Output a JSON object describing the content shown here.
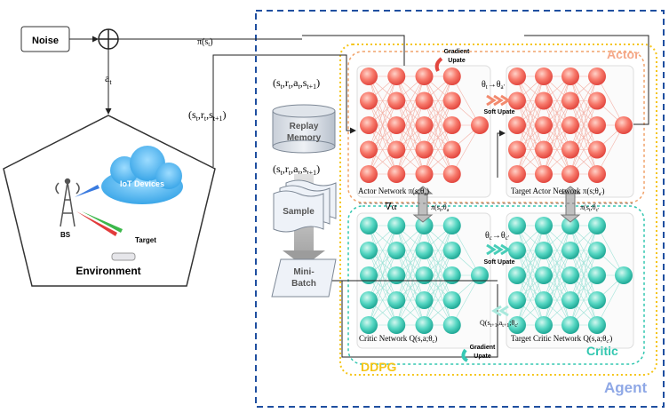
{
  "noise": "Noise",
  "action_a": "a",
  "action_sub": "t",
  "policy_pi": "π(s",
  "policy_sub": "t",
  "policy_close": ")",
  "env": {
    "title": "Environment",
    "iot": "IoT Devices",
    "bs": "BS",
    "target": "Target"
  },
  "transition_top": {
    "a": "(s",
    "a_sub": "t",
    "b": ",r",
    "b_sub": "t",
    "c": ",a",
    "c_sub": "t",
    "d": ",s",
    "d_sub": "t+1",
    "e": ")"
  },
  "transition_env": {
    "a": "(s",
    "a_sub": "t",
    "b": ",r",
    "b_sub": "t",
    "c": ",s",
    "c_sub": "t+1",
    "e": ")"
  },
  "transition_mid": {
    "a": "(s",
    "a_sub": "t",
    "b": ",r",
    "b_sub": "t",
    "c": ",a",
    "c_sub": "t",
    "d": ",s",
    "d_sub": "t+1",
    "e": ")"
  },
  "replay": {
    "line1": "Replay",
    "line2": "Memory"
  },
  "sample": "Sample",
  "minibatch": {
    "line1": "Mini-",
    "line2": "Batch"
  },
  "gradient_top": {
    "line1": "Gradient",
    "line2": "Upate"
  },
  "gradient_bottom": {
    "line1": "Gradient",
    "line2": "Upate"
  },
  "soft_top": "Soft Upate",
  "soft_bottom": "Soft Upate",
  "theta_top": "θ",
  "theta_top_sub_a": "t",
  "theta_top_arrow": "→θ",
  "theta_top_sub_b": "a'",
  "theta_bottom": "θ",
  "theta_bottom_sub_a": "c",
  "theta_bottom_arrow": "→θ",
  "theta_bottom_sub_b": "c'",
  "actor_label": "Actor",
  "critic_label": "Critic",
  "ddpg_label": "DDPG",
  "agent_label": "Agent",
  "actor_net": "Actor Network  π(s;θ",
  "actor_net_sub": "a",
  "target_actor_net": "Target Actor Network π(s;θ",
  "target_actor_net_sub": "a'",
  "critic_net": "Critic Network  Q(s,a;θ",
  "critic_net_sub": "c",
  "target_critic_net": "Target Critic Network Q(s,a;θ",
  "target_critic_net_sub": "c'",
  "nabla": "∇α",
  "pi_mid_1": "π(s",
  "pi_mid_1_sub": "t",
  "pi_mid_1_b": ";θ",
  "pi_mid_1_sub2": "a",
  "pi_mid_2": "π(s",
  "pi_mid_2_sub": "t",
  "pi_mid_2_b": ";θ",
  "pi_mid_2_sub2": "c'",
  "q_next": "Q(s",
  "q_next_sub": "t+1",
  "q_next_b": ",a",
  "q_next_sub2": "t+1",
  "q_next_c": ";θ",
  "q_next_sub3": "c'",
  "colors": {
    "agent_border": "#1f4fa0",
    "ddpg_border": "#f5c518",
    "actor_orange": "#f1a36b",
    "critic_teal": "#33c7b0",
    "neuron_red": "#f0605a",
    "neuron_teal": "#37c8b4",
    "agent_text": "#8fa8e6"
  }
}
